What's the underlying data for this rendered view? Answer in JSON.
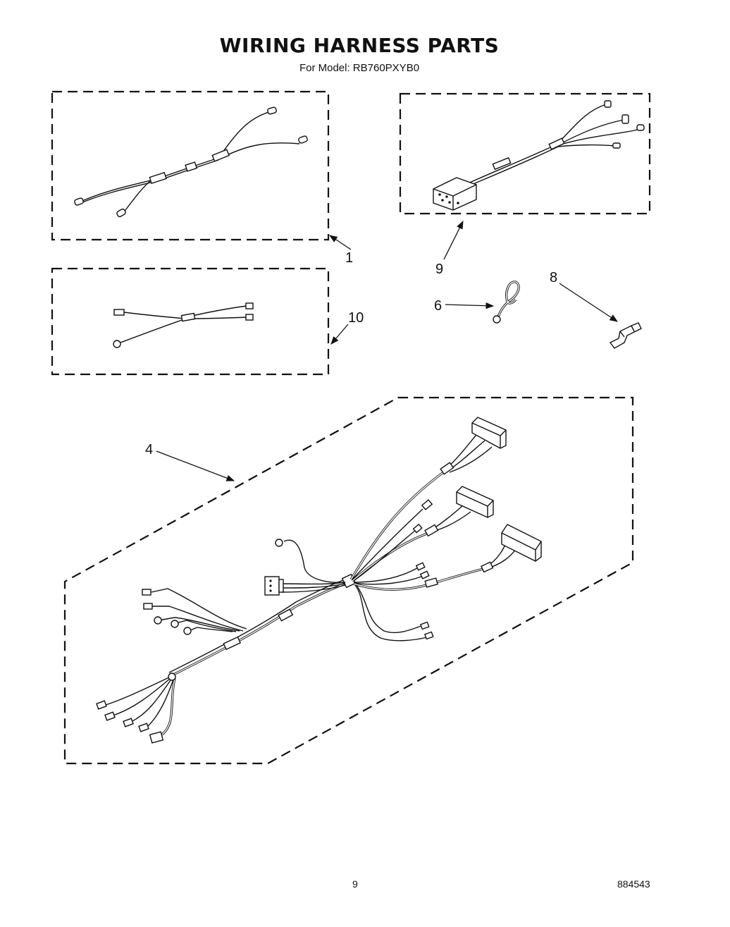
{
  "header": {
    "title": "WIRING HARNESS PARTS",
    "subtitle": "For Model: RB760PXYB0"
  },
  "callouts": {
    "c1": "1",
    "c4": "4",
    "c6": "6",
    "c8": "8",
    "c9": "9",
    "c10": "10"
  },
  "footer": {
    "page_number": "9",
    "document_number": "884543"
  }
}
